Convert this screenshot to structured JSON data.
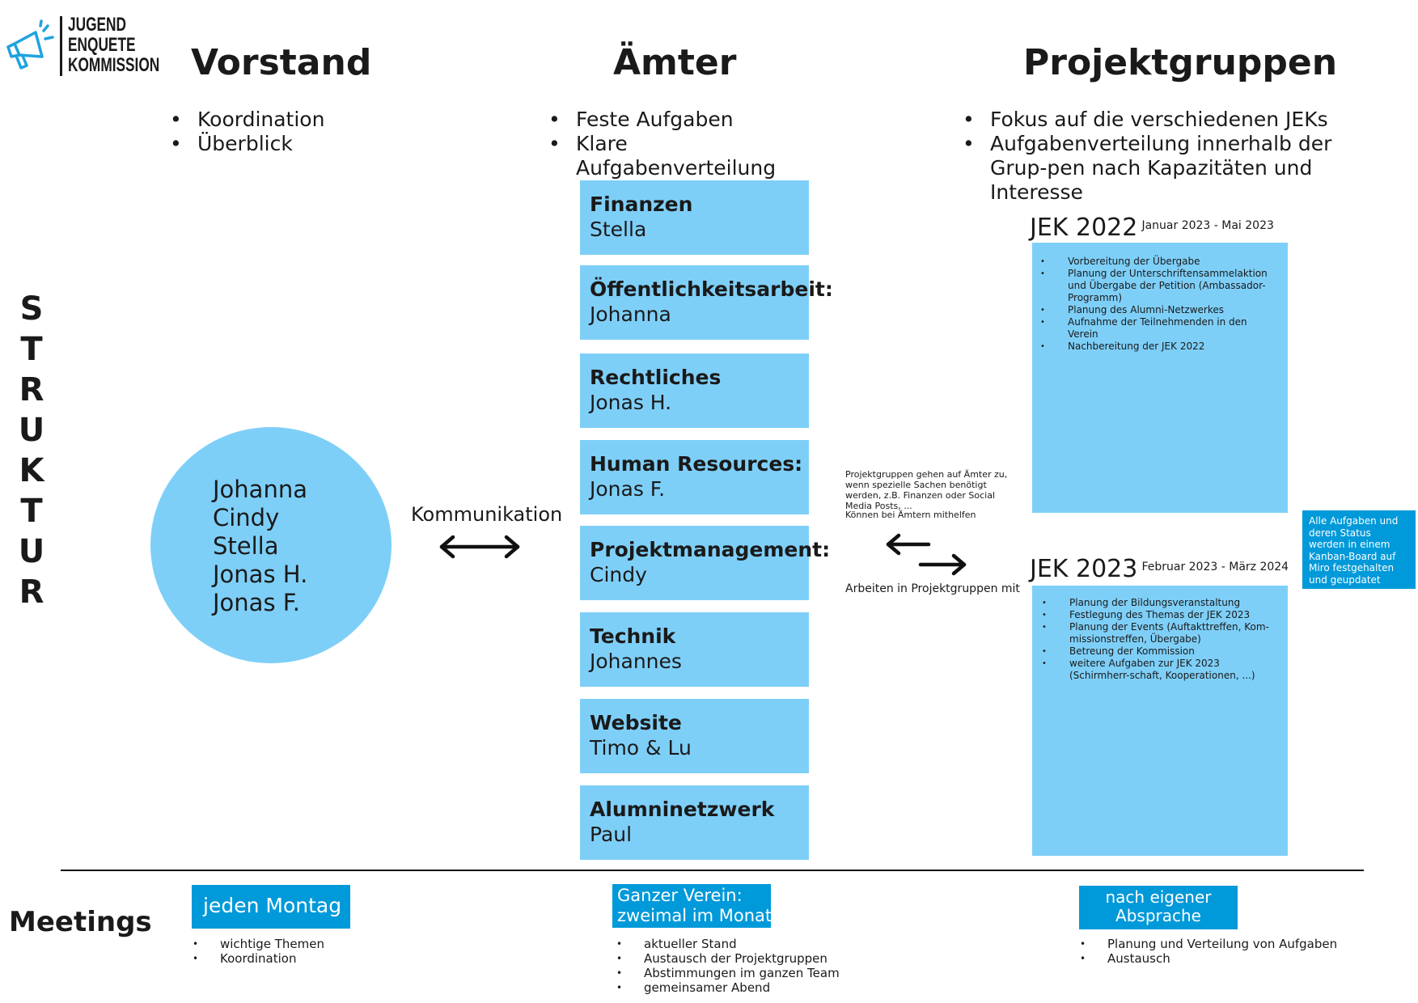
{
  "logo": {
    "line1": "JUGEND",
    "line2": "ENQUETE",
    "line3": "KOMMISSION",
    "icon": "megaphone-icon"
  },
  "side_title": [
    "S",
    "T",
    "R",
    "U",
    "K",
    "T",
    "U",
    "R"
  ],
  "vorstand": {
    "title": "Vorstand",
    "bullets": [
      "Koordination",
      "Überblick"
    ],
    "members": [
      "Johanna",
      "Cindy",
      "Stella",
      "Jonas H.",
      "Jonas F."
    ]
  },
  "kommunikation": {
    "label": "Kommunikation"
  },
  "aemter": {
    "title": "Ämter",
    "bullets": [
      "Feste Aufgaben",
      "Klare Aufgabenverteilung"
    ],
    "items": [
      {
        "title": "Finanzen",
        "person": "Stella"
      },
      {
        "title": "Öffentlichkeitsarbeit:",
        "person": "Johanna"
      },
      {
        "title": "Rechtliches",
        "person": "Jonas H."
      },
      {
        "title": "Human Resources:",
        "person": "Jonas F."
      },
      {
        "title": "Projektmanagement:",
        "person": "Cindy"
      },
      {
        "title": "Technik",
        "person": "Johannes"
      },
      {
        "title": "Website",
        "person": "Timo & Lu"
      },
      {
        "title": "Alumninetzwerk",
        "person": "Paul"
      }
    ]
  },
  "middle_notes": {
    "note1": "Projektgruppen gehen auf Ämter zu, wenn spezielle Sachen benötigt werden, z.B. Finanzen oder Social Media Posts, ...",
    "note2": "Können bei Ämtern mithelfen",
    "note3": "Arbeiten in Projektgruppen mit"
  },
  "projektgruppen": {
    "title": "Projektgruppen",
    "bullets": [
      "Fokus auf die verschiedenen JEKs",
      "Aufgabenverteilung innerhalb der Grup-pen nach Kapazitäten und Interesse"
    ],
    "jek2022": {
      "title": "JEK 2022",
      "dates": "Januar 2023 - Mai 2023",
      "tasks": [
        "Vorbereitung der Übergabe",
        "Planung der Unterschriftensammelaktion und Übergabe der Petition (Ambassador-Programm)",
        "Planung des Alumni-Netzwerkes",
        "Aufnahme der Teilnehmenden in den Verein",
        "Nachbereitung der JEK 2022"
      ]
    },
    "jek2023": {
      "title": "JEK 2023",
      "dates": "Februar 2023 - März 2024",
      "tasks": [
        "Planung der Bildungsveranstaltung",
        "Festlegung des Themas der JEK 2023",
        "Planung der Events (Auftakttreffen, Kom-missionstreffen, Übergabe)",
        "Betreung der Kommission",
        "weitere Aufgaben zur JEK 2023 (Schirmherr-schaft, Kooperationen, ...)"
      ]
    },
    "kanban_note": "Alle Aufgaben und deren Status werden in einem Kanban-Board auf Miro festgehalten und geupdatet"
  },
  "meetings": {
    "title": "Meetings",
    "vorstand": {
      "label": "jeden Montag",
      "bullets": [
        "wichtige Themen",
        "Koordination"
      ]
    },
    "verein": {
      "label1": "Ganzer Verein:",
      "label2": "zweimal im Monat",
      "bullets": [
        "aktueller Stand",
        "Austausch der Projektgruppen",
        "Abstimmungen im ganzen Team",
        "gemeinsamer Abend"
      ]
    },
    "projekt": {
      "label1": "nach eigener",
      "label2": "Absprache",
      "bullets": [
        "Planung und Verteilung von Aufgaben",
        "Austausch"
      ]
    }
  },
  "colors": {
    "light_blue": "#7ecff8",
    "strong_blue": "#0099d9",
    "logo_blue": "#1fa3df",
    "text": "#1a1a1a"
  }
}
